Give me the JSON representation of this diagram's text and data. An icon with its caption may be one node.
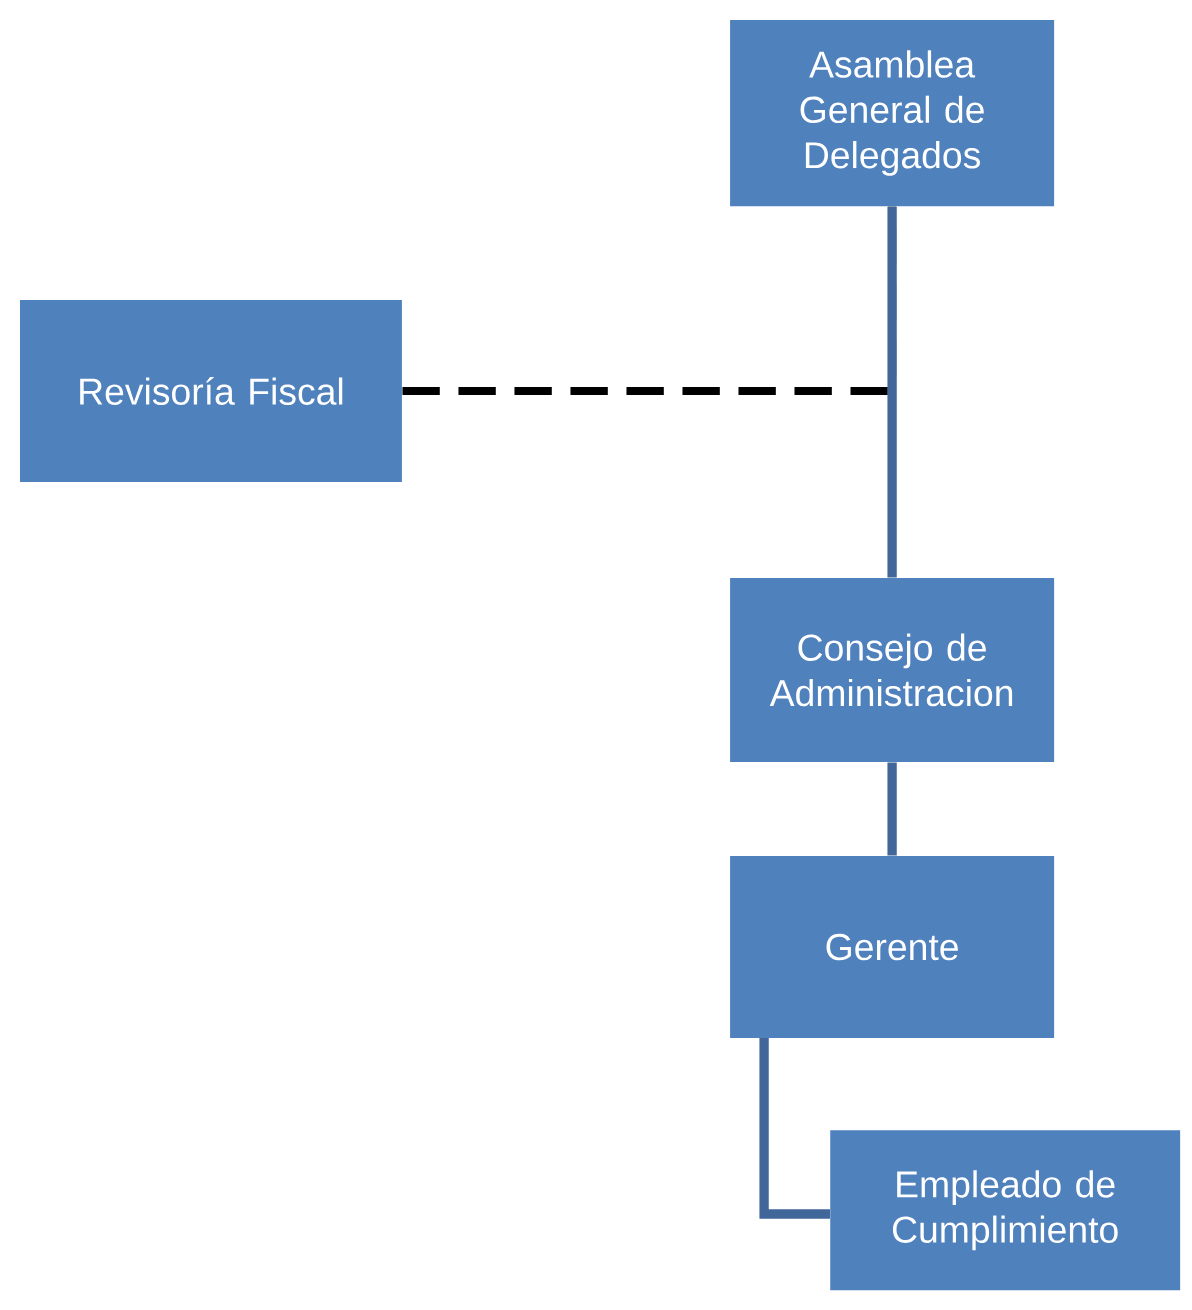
{
  "diagram": {
    "nodes": [
      {
        "text": [
          "Asamblea General de Delegados"
        ]
      },
      {
        "text": [
          "Revisoría Fiscal"
        ]
      },
      {
        "text": [
          "Consejo de Administracion"
        ]
      },
      {
        "text": [
          "Gerente"
        ]
      },
      {
        "text": [
          "Empleado de Cumplimiento"
        ]
      }
    ],
    "edges": [
      {
        "from": 1,
        "to": 0,
        "arrow": "none",
        "style": "dashed",
        "color": "#000000"
      },
      {
        "from": 0,
        "to": 2,
        "arrow": "none"
      },
      {
        "from": 2,
        "to": 3,
        "arrow": "none"
      },
      {
        "from": 3,
        "to": 4,
        "arrow": "none"
      }
    ]
  }
}
